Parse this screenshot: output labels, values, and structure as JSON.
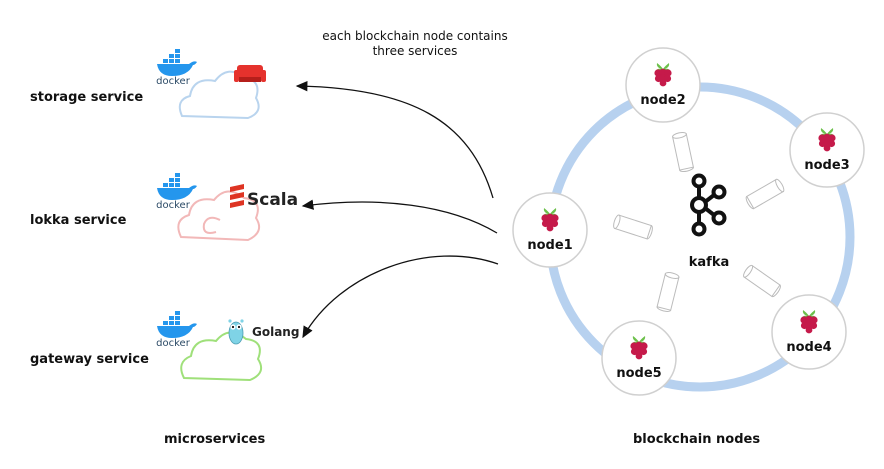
{
  "annotation": {
    "line1": "each blockchain node contains",
    "line2": "three services"
  },
  "services": [
    {
      "label": "storage service",
      "tech_label": "",
      "docker_label": "docker",
      "cloud_color": "#b9d4ee",
      "tech_icon": "couch-icon"
    },
    {
      "label": "lokka service",
      "tech_label": "Scala",
      "docker_label": "docker",
      "cloud_color": "#f2b8b8",
      "tech_icon": "scala-icon"
    },
    {
      "label": "gateway service",
      "tech_label": "Golang",
      "docker_label": "docker",
      "cloud_color": "#9fe07a",
      "tech_icon": "gopher-icon"
    }
  ],
  "nodes": [
    {
      "label": "node1"
    },
    {
      "label": "node2"
    },
    {
      "label": "node3"
    },
    {
      "label": "node4"
    },
    {
      "label": "node5"
    }
  ],
  "center": {
    "label": "kafka"
  },
  "captions": {
    "left": "microservices",
    "right": "blockchain nodes"
  },
  "colors": {
    "ring": "#b7d1ef",
    "node_border": "#d0d0d0",
    "raspberry": "#c51a4a",
    "leaf": "#6cc04a",
    "docker": "#2496ed"
  }
}
